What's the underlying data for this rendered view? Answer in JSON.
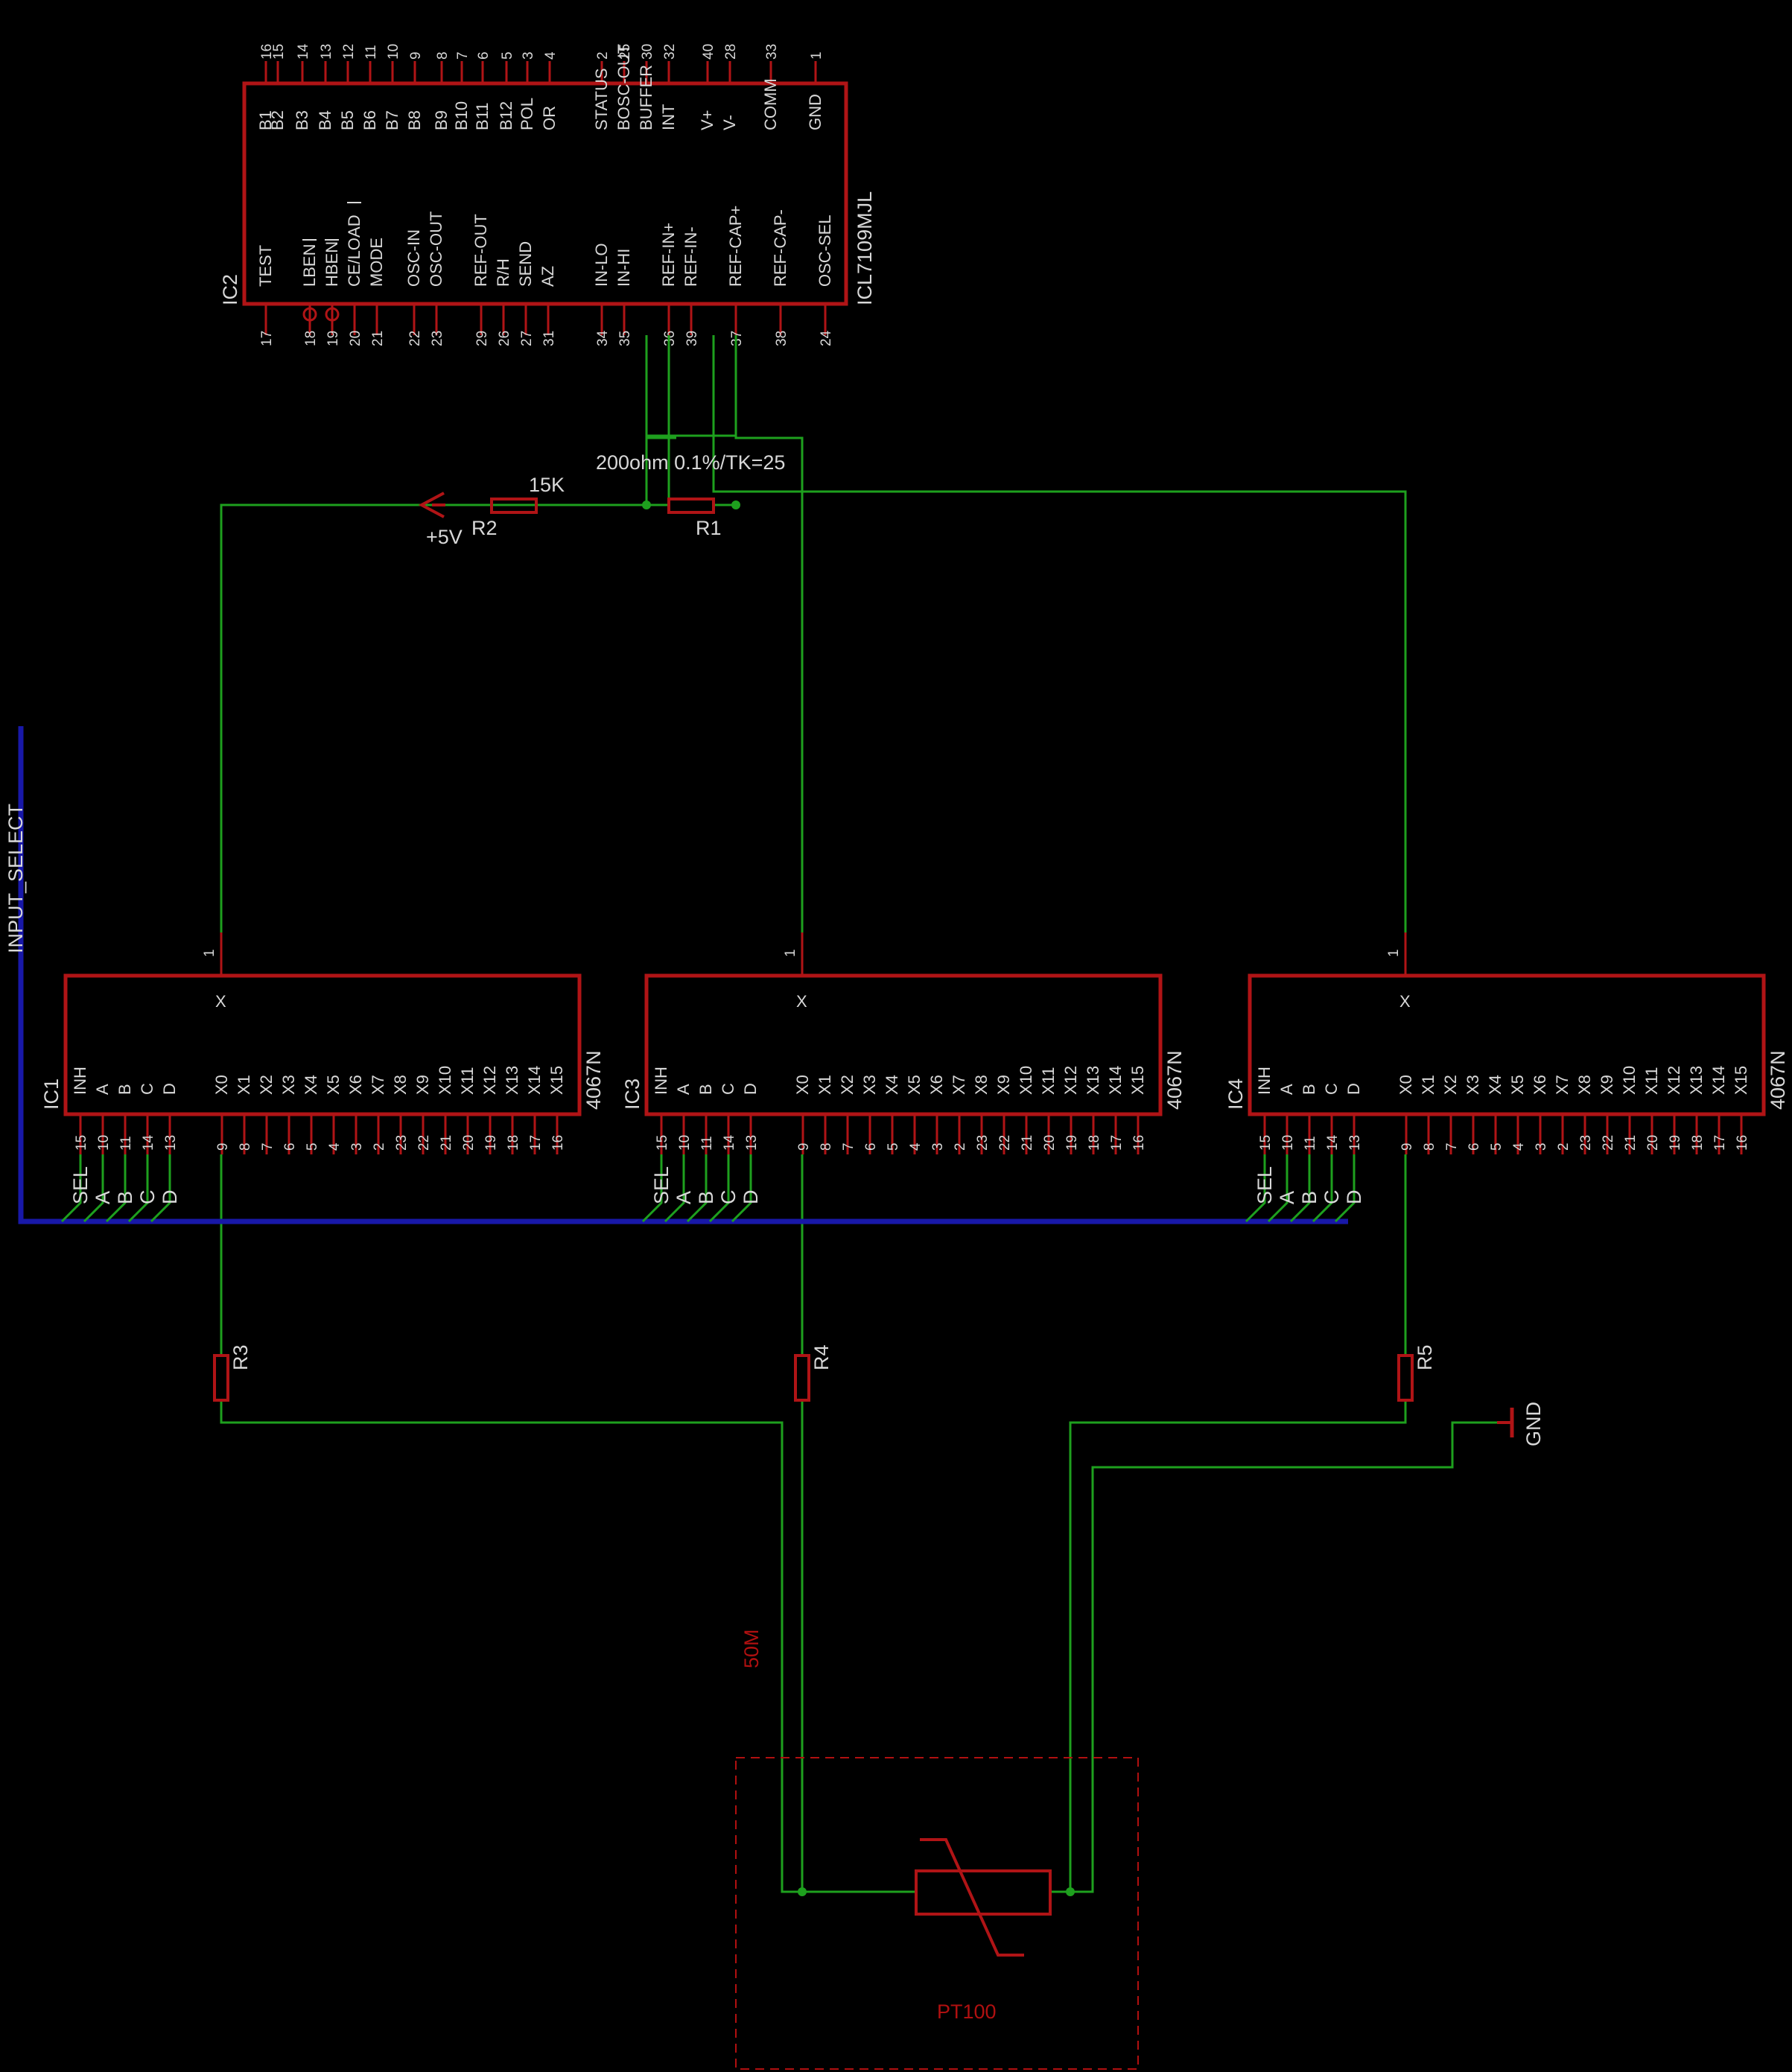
{
  "colors": {
    "background": "#000000",
    "component": "#b01416",
    "wire": "#1ea01e",
    "bus": "#1818a8",
    "text": "#d8d8d8"
  },
  "ic2": {
    "name": "IC2",
    "value": "ICL7109MJL",
    "top_pins": [
      {
        "num": "16",
        "label": "B1"
      },
      {
        "num": "15",
        "label": "B2"
      },
      {
        "num": "14",
        "label": "B3"
      },
      {
        "num": "13",
        "label": "B4"
      },
      {
        "num": "12",
        "label": "B5"
      },
      {
        "num": "11",
        "label": "B6"
      },
      {
        "num": "10",
        "label": "B7"
      },
      {
        "num": "9",
        "label": "B8"
      },
      {
        "num": "8",
        "label": "B9"
      },
      {
        "num": "7",
        "label": "B10"
      },
      {
        "num": "6",
        "label": "B11"
      },
      {
        "num": "5",
        "label": "B12"
      },
      {
        "num": "3",
        "label": "POL"
      },
      {
        "num": "4",
        "label": "OR"
      },
      {
        "num": "2",
        "label": "STATUS"
      },
      {
        "num": "25",
        "label": "BOSC-OUT"
      },
      {
        "num": "30",
        "label": "BUFFER"
      },
      {
        "num": "32",
        "label": "INT"
      },
      {
        "num": "40",
        "label": "V+"
      },
      {
        "num": "28",
        "label": "V-"
      },
      {
        "num": "33",
        "label": "COMM"
      },
      {
        "num": "1",
        "label": "GND"
      }
    ],
    "bottom_pins": [
      {
        "num": "17",
        "label": "TEST"
      },
      {
        "num": "18",
        "label": "LBEN"
      },
      {
        "num": "19",
        "label": "HBEN"
      },
      {
        "num": "20",
        "label": "CE/LOAD"
      },
      {
        "num": "21",
        "label": "MODE"
      },
      {
        "num": "22",
        "label": "OSC-IN"
      },
      {
        "num": "23",
        "label": "OSC-OUT"
      },
      {
        "num": "29",
        "label": "REF-OUT"
      },
      {
        "num": "26",
        "label": "R/H"
      },
      {
        "num": "27",
        "label": "SEND"
      },
      {
        "num": "31",
        "label": "AZ"
      },
      {
        "num": "34",
        "label": "IN-LO"
      },
      {
        "num": "35",
        "label": "IN-HI"
      },
      {
        "num": "36",
        "label": "REF-IN+"
      },
      {
        "num": "39",
        "label": "REF-IN-"
      },
      {
        "num": "37",
        "label": "REF-CAP+"
      },
      {
        "num": "38",
        "label": "REF-CAP-"
      },
      {
        "num": "24",
        "label": "OSC-SEL"
      }
    ]
  },
  "resistors": {
    "r1": {
      "name": "R1",
      "value": "200ohm  0.1%/TK=25"
    },
    "r2": {
      "name": "R2",
      "value": "15K"
    },
    "r3": {
      "name": "R3"
    },
    "r4": {
      "name": "R4"
    },
    "r5": {
      "name": "R5"
    }
  },
  "supply": {
    "vplus": "+5V",
    "gnd": "GND"
  },
  "bus": {
    "name": "INPUT_SELECT"
  },
  "mux": {
    "value": "4067N",
    "out_num": "1",
    "out_label": "X",
    "bottom_pins": [
      {
        "num": "15",
        "label": "INH"
      },
      {
        "num": "10",
        "label": "A"
      },
      {
        "num": "11",
        "label": "B"
      },
      {
        "num": "14",
        "label": "C"
      },
      {
        "num": "13",
        "label": "D"
      },
      {
        "num": "9",
        "label": "X0"
      },
      {
        "num": "8",
        "label": "X1"
      },
      {
        "num": "7",
        "label": "X2"
      },
      {
        "num": "6",
        "label": "X3"
      },
      {
        "num": "5",
        "label": "X4"
      },
      {
        "num": "4",
        "label": "X5"
      },
      {
        "num": "3",
        "label": "X6"
      },
      {
        "num": "2",
        "label": "X7"
      },
      {
        "num": "23",
        "label": "X8"
      },
      {
        "num": "22",
        "label": "X9"
      },
      {
        "num": "21",
        "label": "X10"
      },
      {
        "num": "20",
        "label": "X11"
      },
      {
        "num": "19",
        "label": "X12"
      },
      {
        "num": "18",
        "label": "X13"
      },
      {
        "num": "17",
        "label": "X14"
      },
      {
        "num": "16",
        "label": "X15"
      }
    ],
    "bus_labels": [
      "SEL",
      "A",
      "B",
      "C",
      "D"
    ],
    "ic1": {
      "name": "IC1"
    },
    "ic3": {
      "name": "IC3"
    },
    "ic4": {
      "name": "IC4"
    }
  },
  "sensor": {
    "name": "PT100",
    "value": "50M"
  }
}
